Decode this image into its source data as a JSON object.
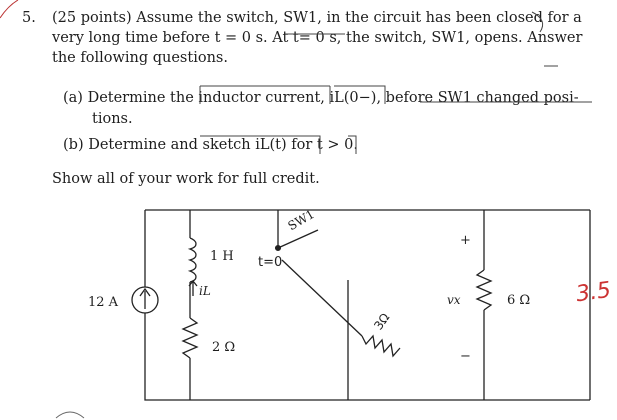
{
  "question": {
    "number": "5.",
    "line1": "(25 points) Assume the switch, SW1, in the circuit has been closed for a",
    "line2": "very long time before t = 0 s. At t= 0 s, the switch, SW1, opens. Answer",
    "line3": "the following questions."
  },
  "part_a": {
    "line1": "(a) Determine the inductor current, iL(0−), before SW1 changed posi-",
    "line2": "tions."
  },
  "part_b": {
    "text": "(b) Determine and sketch iL(t) for t > 0."
  },
  "instruction": "Show all of your work for full credit.",
  "circuit": {
    "source_label": "12 A",
    "inductor_label": "1 H",
    "current_label": "iL",
    "resistor1_label": "2 Ω",
    "switch_label": "SW1",
    "switch_time_label": "t=0",
    "resistor3_label": "3Ω",
    "voltage_label": "vx",
    "plus_sign": "+",
    "minus_sign": "−",
    "resistor6_label": "6 Ω"
  },
  "margin_note": "3.5"
}
